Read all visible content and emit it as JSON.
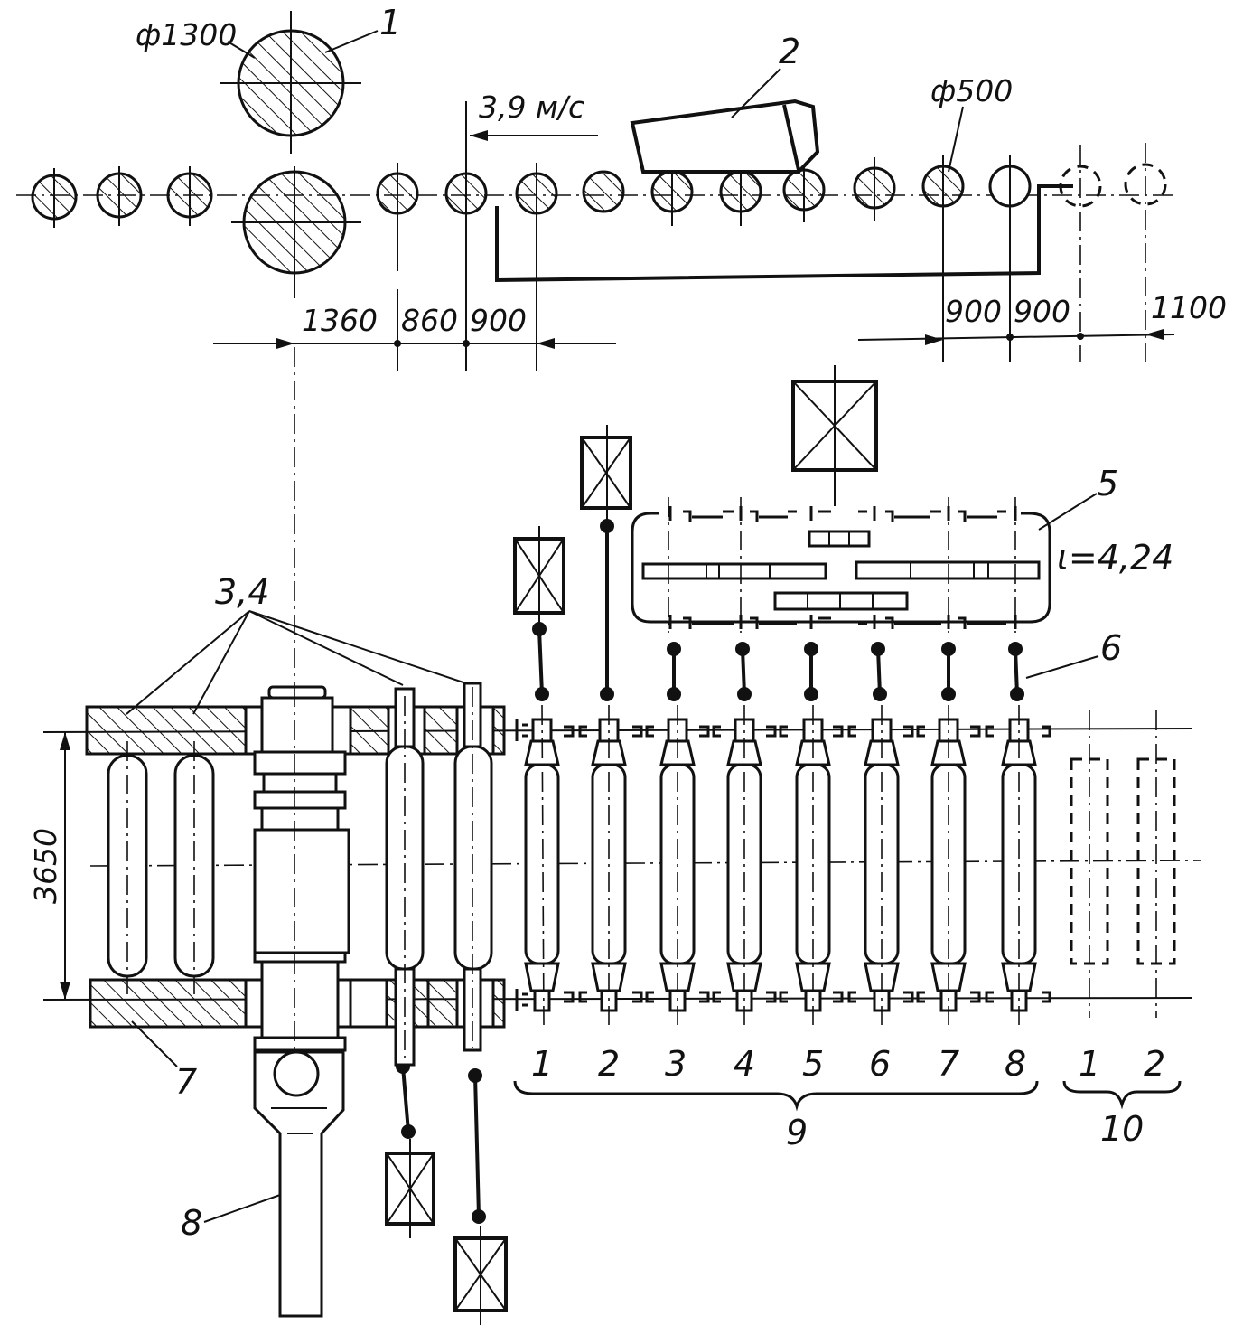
{
  "labels": {
    "roll_large": "1",
    "ingot": "2",
    "manipulator": "3,4",
    "gearbox": "5",
    "spindle": "6",
    "table_frame": "7",
    "main_spindle": "8",
    "group_main": "9",
    "group_extra": "10"
  },
  "dimensions": {
    "diameter_large": "ф1300",
    "diameter_small": "ф500",
    "speed": "3,9 м/с",
    "d1": "1360",
    "d2": "860",
    "d3": "900",
    "d4": "900",
    "d5": "900",
    "d6": "1100",
    "height": "3650",
    "ratio": "ι=4,24"
  },
  "roller_numbers": [
    "1",
    "2",
    "3",
    "4",
    "5",
    "6",
    "7",
    "8"
  ],
  "extra_numbers": [
    "1",
    "2"
  ]
}
